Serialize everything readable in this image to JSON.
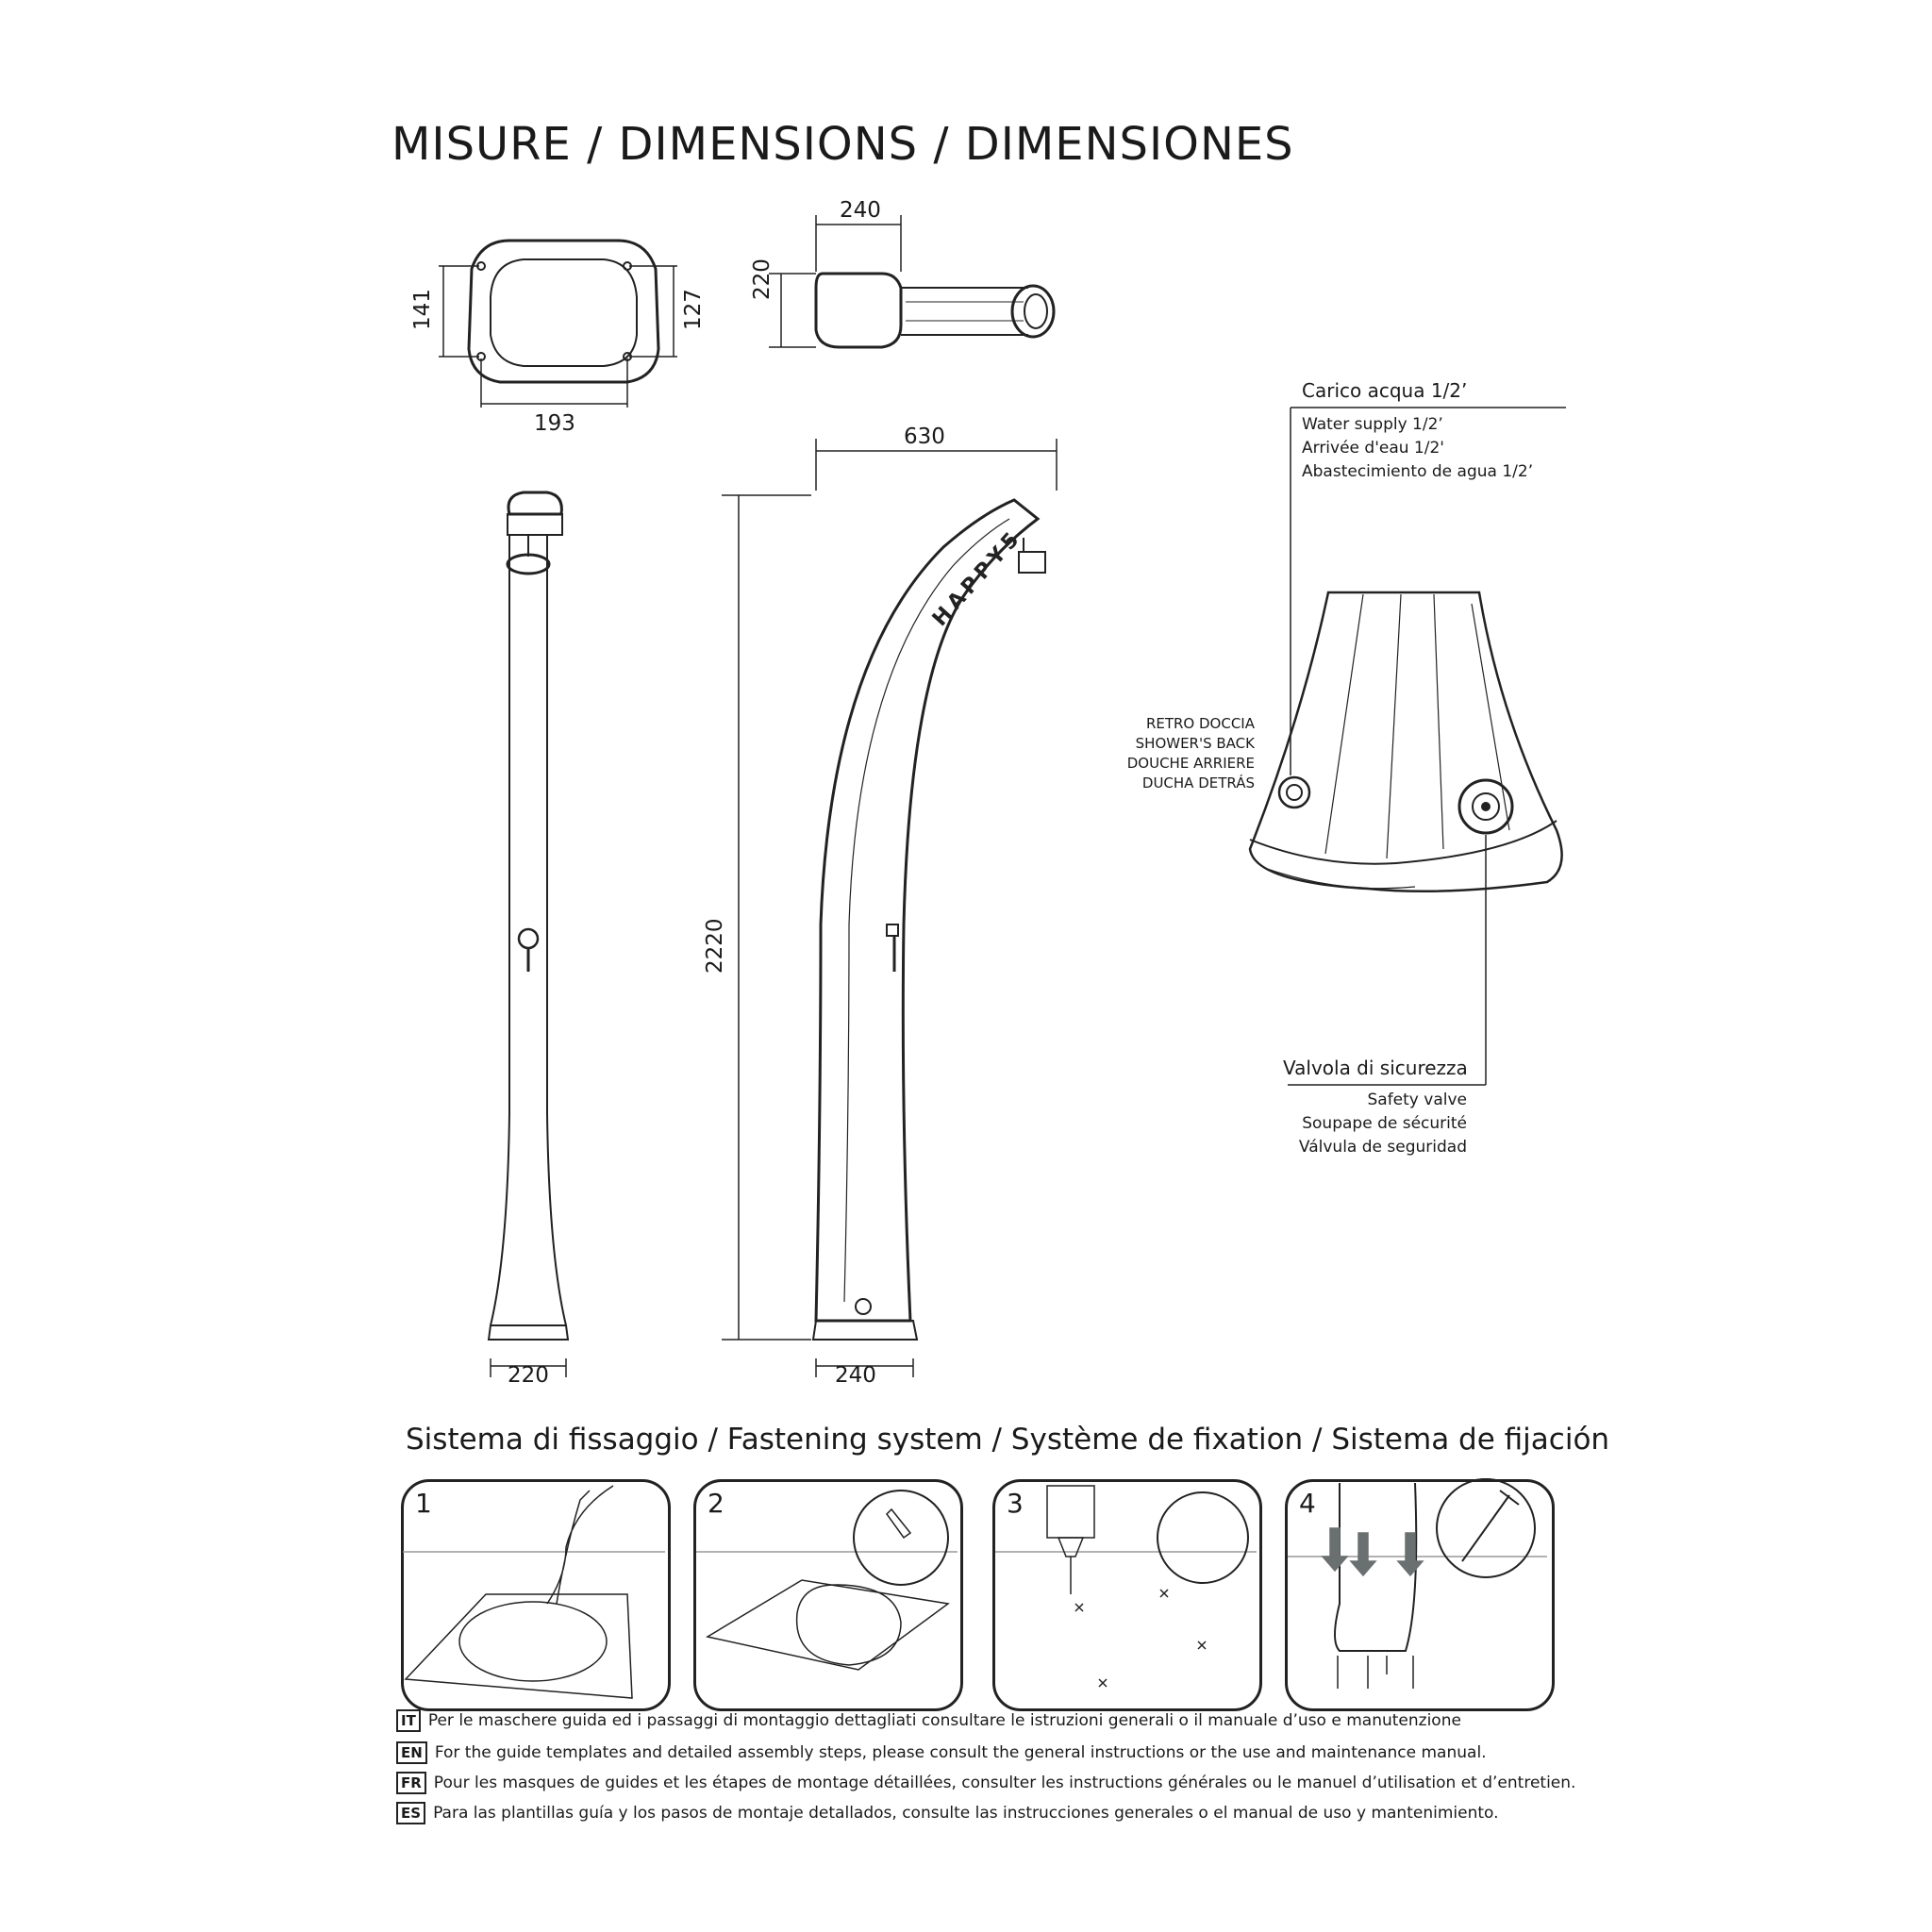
{
  "header": {
    "title": "MISURE / DIMENSIONS / DIMENSIONES"
  },
  "dimensions": {
    "top_w": "240",
    "top_h": "220",
    "base_left_h": "141",
    "base_right_h": "127",
    "base_w": "193",
    "reach": "630",
    "height": "2220",
    "front_base": "220",
    "side_base": "240"
  },
  "product": {
    "brand": "HAPPY5"
  },
  "callouts": {
    "supply_title": "Carico acqua  1/2’",
    "supply_lines": [
      "Water supply 1/2’",
      "Arrivée d'eau 1/2'",
      "Abastecimiento de agua 1/2’"
    ],
    "back_lines": [
      "RETRO DOCCIA",
      "SHOWER'S BACK",
      "DOUCHE ARRIERE",
      "DUCHA DETRÁS"
    ],
    "valve_title": "Valvola di sicurezza",
    "valve_lines": [
      "Safety valve",
      "Soupape de sécurité",
      "Válvula de seguridad"
    ]
  },
  "fastening": {
    "title": "Sistema di fissaggio / Fastening system / Système de fixation / Sistema de fijación",
    "steps": [
      "1",
      "2",
      "3",
      "4"
    ]
  },
  "notes": [
    {
      "lang": "IT",
      "text": "Per le maschere guida ed i passaggi di montaggio dettagliati consultare le istruzioni generali o il manuale d’uso e manutenzione"
    },
    {
      "lang": "EN",
      "text": "For the guide templates and detailed assembly steps, please consult the general instructions or the use and maintenance manual."
    },
    {
      "lang": "FR",
      "text": "Pour les masques de guides et les étapes de montage détaillées, consulter les instructions générales ou le manuel d’utilisation et d’entretien."
    },
    {
      "lang": "ES",
      "text": "Para las plantillas guía y los pasos de montaje detallados, consulte las instrucciones generales o el manual de uso y mantenimiento."
    }
  ]
}
